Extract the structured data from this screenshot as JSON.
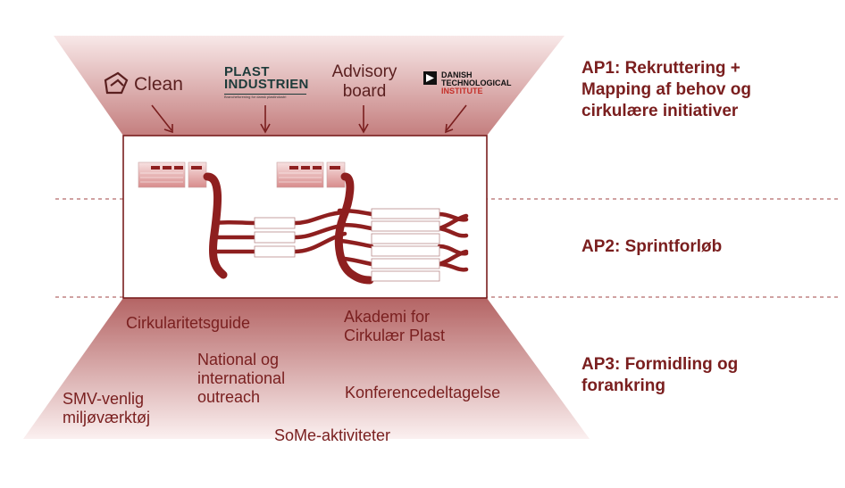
{
  "colors": {
    "accent": "#7a1e1e",
    "flow": "#8e1f1f",
    "funnel_top": "#f5e2e2",
    "funnel_bottom": "#b86a6a",
    "dash": "#b56a6a"
  },
  "stakeholders": {
    "clean": {
      "label": "Clean",
      "icon": "clean-logo-icon"
    },
    "plast": {
      "line1": "PLAST",
      "line2": "INDUSTRIEN",
      "tagline": "Brancheforening for dansk plastindustri"
    },
    "advisory": {
      "line1": "Advisory",
      "line2": "board"
    },
    "dti": {
      "line1": "DANISH",
      "line2": "TECHNOLOGICAL",
      "line3": "INSTITUTE"
    }
  },
  "phases": [
    {
      "id": "ap1",
      "lines": [
        "AP1: Rekruttering +",
        "Mapping af behov og",
        "cirkulære initiativer"
      ]
    },
    {
      "id": "ap2",
      "lines": [
        "AP2: Sprintforløb"
      ]
    },
    {
      "id": "ap3",
      "lines": [
        "AP3: Formidling og",
        "forankring"
      ]
    }
  ],
  "outputs": {
    "cirkularitetsguide": "Cirkularitetsguide",
    "akademi": {
      "line1": "Akademi for",
      "line2": "Cirkulær Plast"
    },
    "national": {
      "line1": "National og",
      "line2": "international",
      "line3": "outreach"
    },
    "konference": "Konferencedeltagelse",
    "smv": {
      "line1": "SMV-venlig",
      "line2": "miljøværktøj"
    },
    "some": "SoMe-aktiviteter"
  }
}
